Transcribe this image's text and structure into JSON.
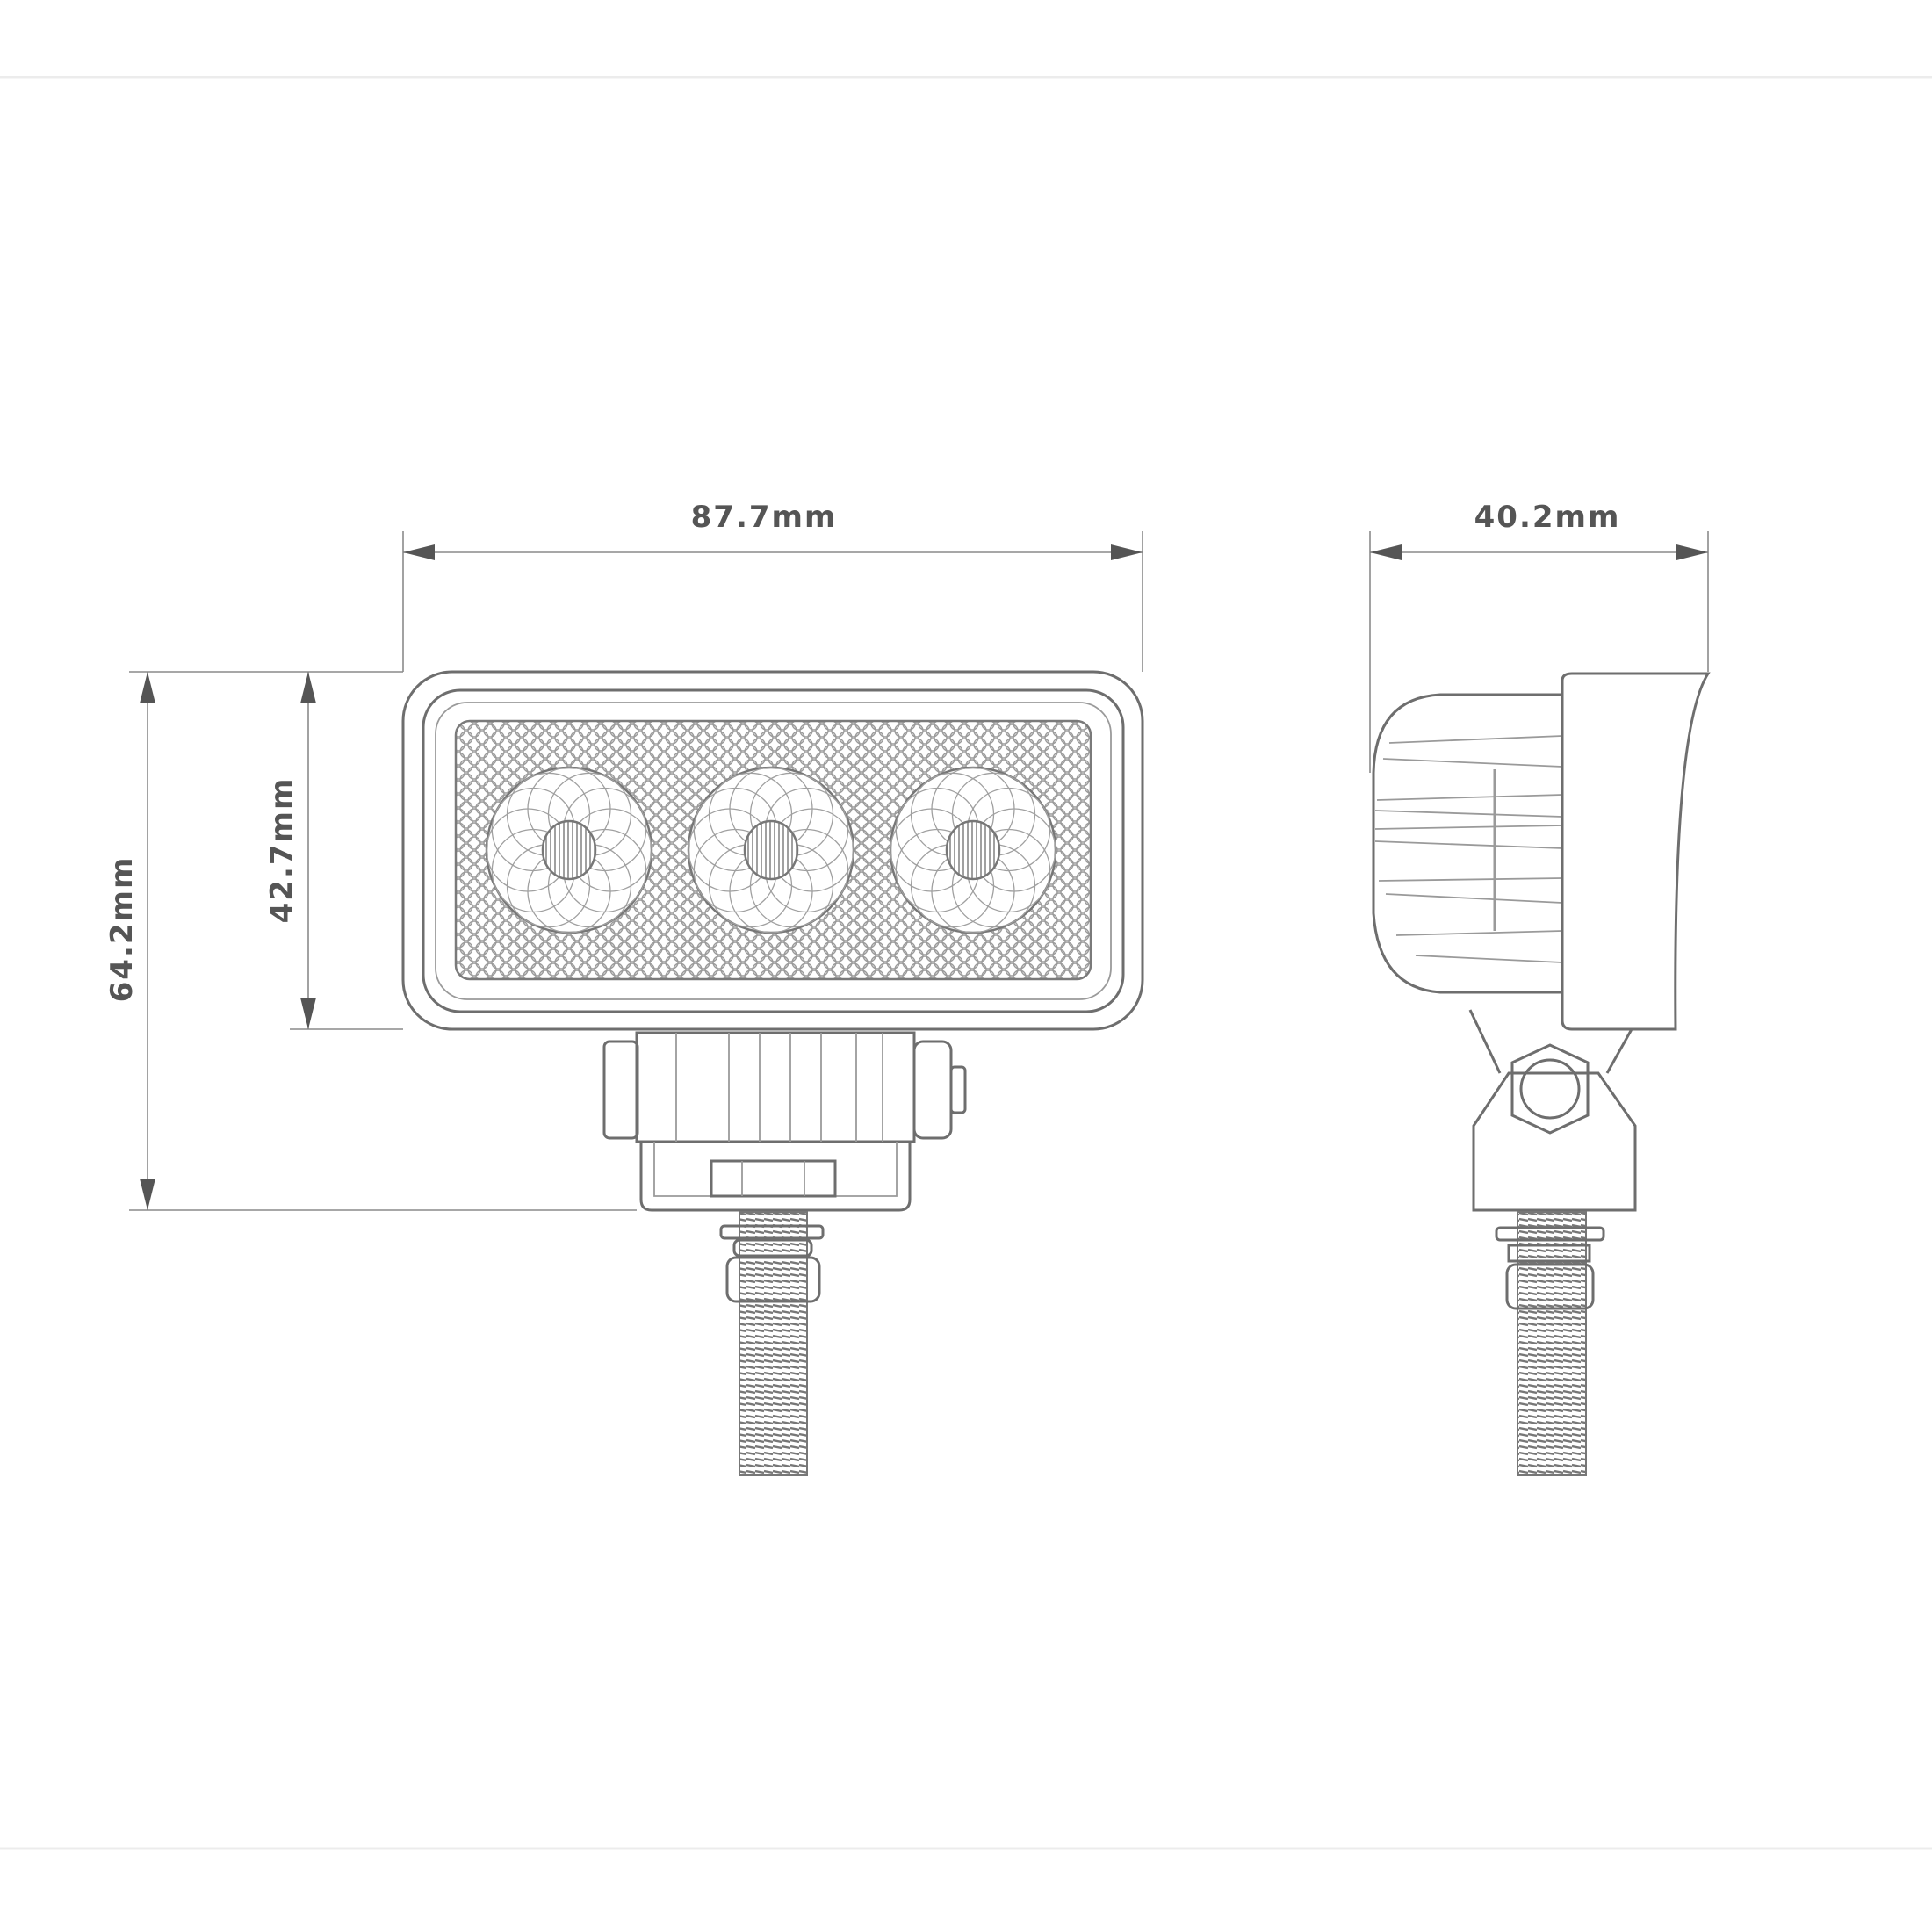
{
  "drawing": {
    "front_view": {
      "width_label": "87.7mm",
      "overall_height_label": "64.2mm",
      "housing_height_label": "42.7mm",
      "led_count": 3
    },
    "side_view": {
      "depth_label": "40.2mm"
    },
    "colors": {
      "line": "#6e6e6e",
      "dimension_text": "#555555"
    }
  }
}
